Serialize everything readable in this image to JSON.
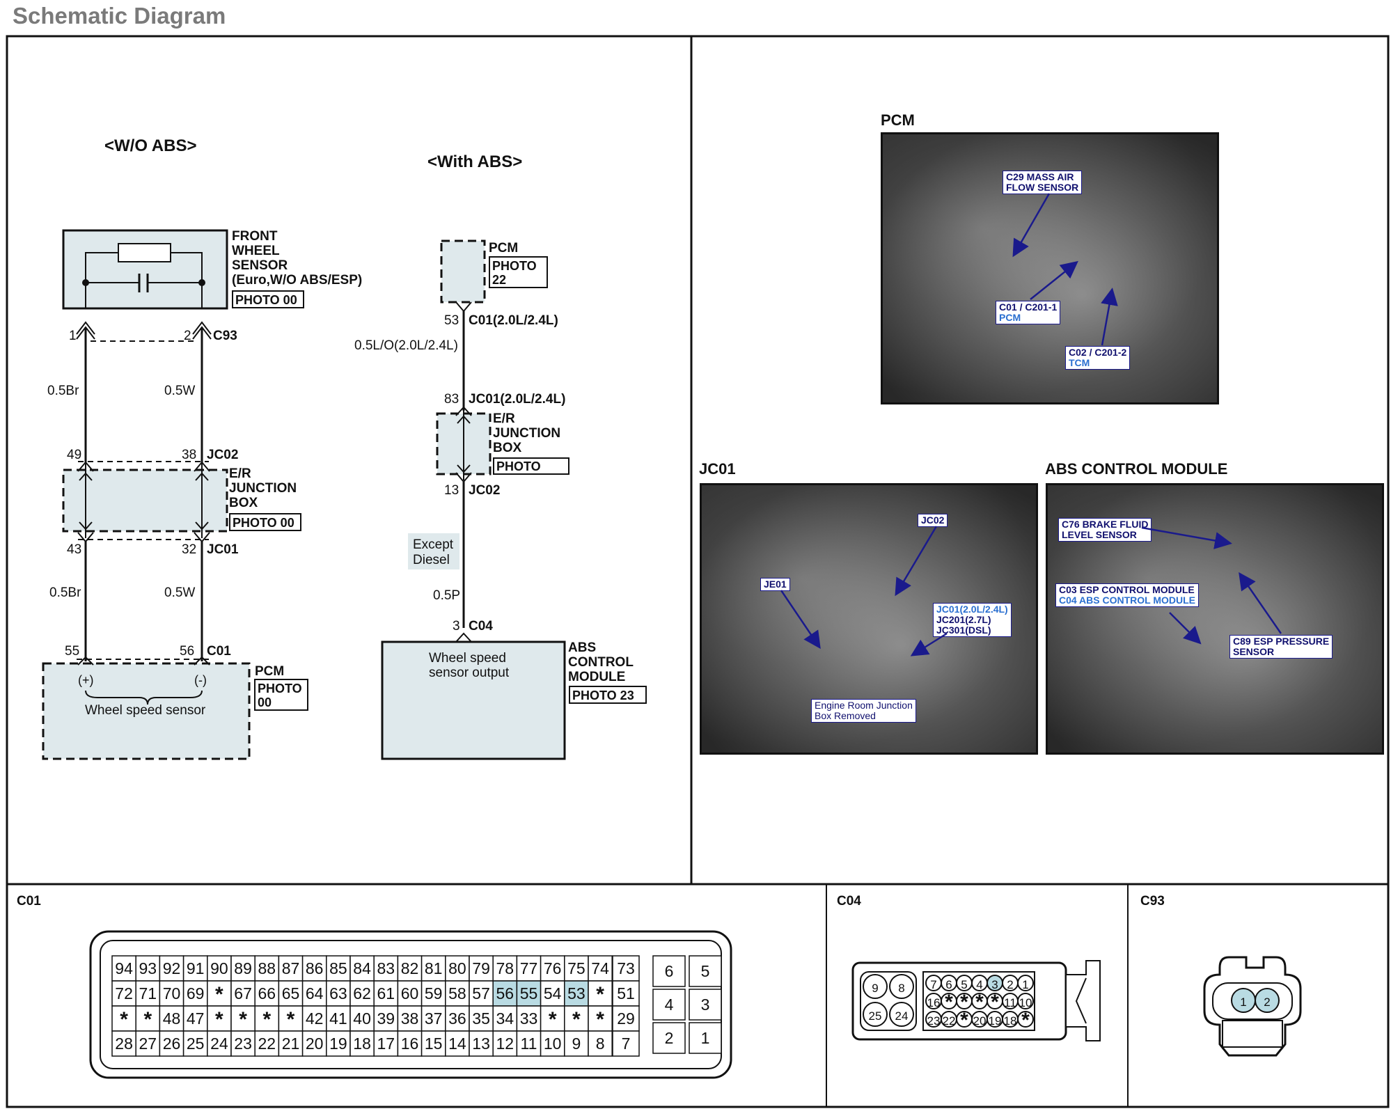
{
  "page_title": "Schematic Diagram",
  "wo_abs": {
    "title": "<W/O ABS>",
    "sensor": {
      "line1": "FRONT",
      "line2": "WHEEL",
      "line3": "SENSOR",
      "line4": "(Euro,W/O ABS/ESP)",
      "photo": "PHOTO 00"
    },
    "c93": {
      "pin_a": "1",
      "pin_b": "2",
      "name": "C93"
    },
    "wire_upper": {
      "left": "0.5Br",
      "right": "0.5W"
    },
    "jc02": {
      "pin_a": "49",
      "pin_b": "38",
      "name": "JC02"
    },
    "junction": {
      "line1": "E/R",
      "line2": "JUNCTION",
      "line3": "BOX",
      "photo": "PHOTO 00"
    },
    "jc01": {
      "pin_a": "43",
      "pin_b": "32",
      "name": "JC01"
    },
    "wire_lower": {
      "left": "0.5Br",
      "right": "0.5W"
    },
    "c01": {
      "pin_a": "55",
      "pin_b": "56",
      "name": "C01"
    },
    "pcm": {
      "name": "PCM",
      "photo_line1": "PHOTO",
      "photo_line2": "00",
      "plus": "(+)",
      "minus": "(-)",
      "label": "Wheel speed sensor"
    }
  },
  "with_abs": {
    "title": "<With ABS>",
    "pcm": {
      "name": "PCM",
      "photo_line1": "PHOTO",
      "photo_line2": "22"
    },
    "c01": {
      "pin": "53",
      "name": "C01(2.0L/2.4L)"
    },
    "wire1": "0.5L/O(2.0L/2.4L)",
    "jc01": {
      "pin": "83",
      "name": "JC01(2.0L/2.4L)"
    },
    "junction": {
      "line1": "E/R",
      "line2": "JUNCTION",
      "line3": "BOX",
      "photo": "PHOTO"
    },
    "jc02": {
      "pin": "13",
      "name": "JC02"
    },
    "except": {
      "line1": "Except",
      "line2": "Diesel"
    },
    "wire2": "0.5P",
    "c04": {
      "pin": "3",
      "name": "C04"
    },
    "abs": {
      "label_line1": "Wheel speed",
      "label_line2": "sensor output",
      "name1": "ABS",
      "name2": "CONTROL",
      "name3": "MODULE",
      "photo": "PHOTO 23"
    }
  },
  "photos": {
    "pcm": {
      "title": "PCM",
      "labels": [
        {
          "line1": "C29 MASS AIR",
          "line2": "FLOW SENSOR",
          "sub": ""
        },
        {
          "line1": "C01 / C201-1",
          "line2": "",
          "sub": "PCM"
        },
        {
          "line1": "C02 / C201-2",
          "line2": "",
          "sub": "TCM"
        }
      ]
    },
    "jc01": {
      "title": "JC01",
      "labels": [
        {
          "line1": "JC02",
          "line2": "",
          "sub": ""
        },
        {
          "line1": "JE01",
          "line2": "",
          "sub": ""
        },
        {
          "line1": "JC01(2.0L/2.4L)",
          "line2": "JC201(2.7L)",
          "sub": "JC301(DSL)"
        },
        {
          "line1": "Engine Room Junction",
          "line2": "Box Removed",
          "sub": ""
        }
      ]
    },
    "abs": {
      "title": "ABS CONTROL MODULE",
      "labels": [
        {
          "line1": "C76 BRAKE FLUID",
          "line2": "LEVEL SENSOR",
          "sub": ""
        },
        {
          "line1": "C03 ESP CONTROL MODULE",
          "line2": "",
          "sub": "C04 ABS CONTROL MODULE"
        },
        {
          "line1": "C89 ESP PRESSURE",
          "line2": "SENSOR",
          "sub": ""
        }
      ]
    }
  },
  "connectors": {
    "c01": {
      "title": "C01",
      "rows": [
        [
          "94",
          "93",
          "92",
          "91",
          "90",
          "89",
          "88",
          "87",
          "86",
          "85",
          "84",
          "83",
          "82",
          "81",
          "80",
          "79",
          "78",
          "77",
          "76",
          "75",
          "74"
        ],
        [
          "72",
          "71",
          "70",
          "69",
          "*",
          "67",
          "66",
          "65",
          "64",
          "63",
          "62",
          "61",
          "60",
          "59",
          "58",
          "57",
          "56",
          "55",
          "54",
          "53",
          "*"
        ],
        [
          "*",
          "*",
          "48",
          "47",
          "*",
          "*",
          "*",
          "*",
          "42",
          "41",
          "40",
          "39",
          "38",
          "37",
          "36",
          "35",
          "34",
          "33",
          "*",
          "*",
          "*"
        ],
        [
          "28",
          "27",
          "26",
          "25",
          "24",
          "23",
          "22",
          "21",
          "20",
          "19",
          "18",
          "17",
          "16",
          "15",
          "14",
          "13",
          "12",
          "11",
          "10",
          "9",
          "8"
        ]
      ],
      "highlight": [
        "56",
        "55",
        "53"
      ],
      "side_col": [
        "73",
        "51",
        "29",
        "7"
      ],
      "grid_right": [
        [
          "6",
          "5"
        ],
        [
          "4",
          "3"
        ],
        [
          "2",
          "1"
        ]
      ]
    },
    "c04": {
      "title": "C04",
      "round_left": [
        "9",
        "8",
        "25",
        "24"
      ],
      "row1": [
        "7",
        "6",
        "5",
        "4",
        "3",
        "2",
        "1"
      ],
      "row2": [
        "16",
        "*",
        "*",
        "*",
        "*",
        "11",
        "10"
      ],
      "row3": [
        "23",
        "22",
        "*",
        "20",
        "19",
        "18",
        "*"
      ],
      "highlight": [
        "3"
      ]
    },
    "c93": {
      "title": "C93",
      "pins": [
        "1",
        "2"
      ]
    }
  },
  "colors": {
    "highlight": "#b9dbe3",
    "shade": "#dfe9ec",
    "line": "#111111",
    "label_text": "#10106e",
    "label_sub": "#2a6fd0"
  }
}
